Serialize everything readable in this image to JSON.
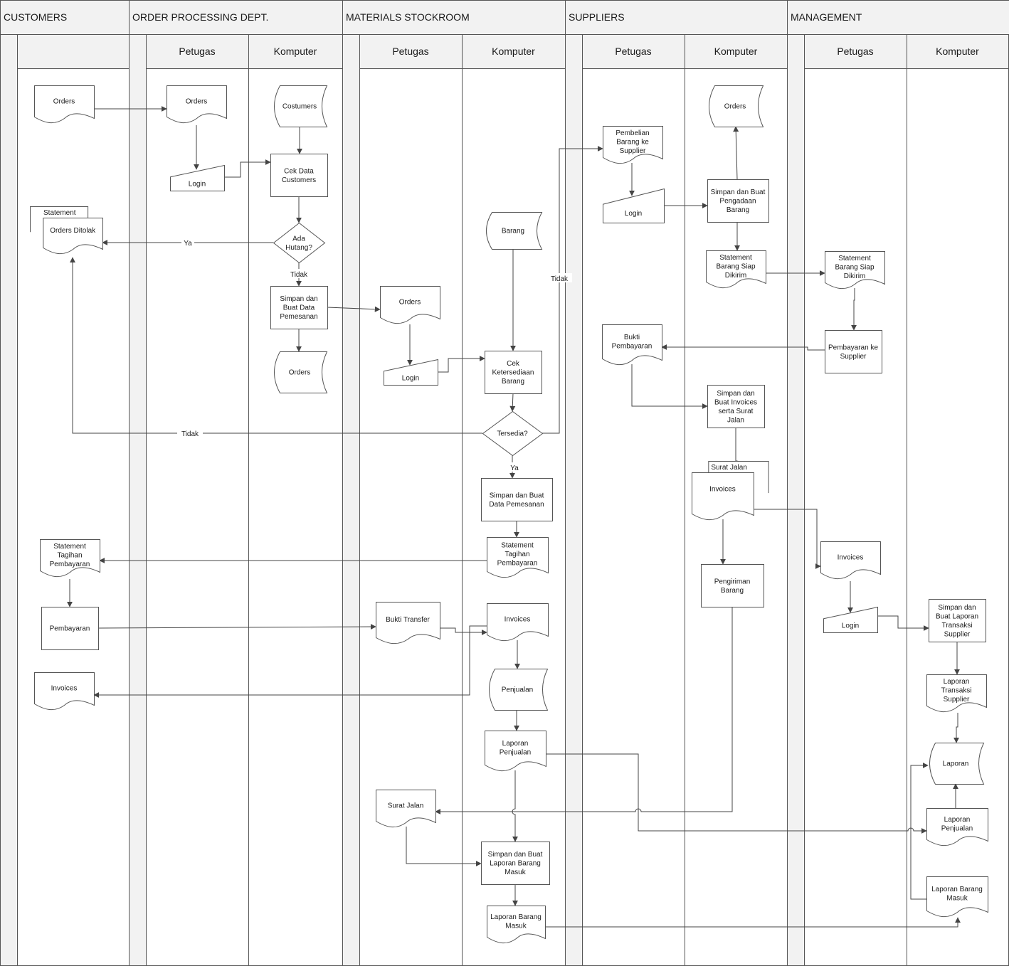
{
  "lanes": [
    {
      "id": "customers",
      "title": "CUSTOMERS",
      "columns": [
        ""
      ]
    },
    {
      "id": "order",
      "title": "ORDER PROCESSING DEPT.",
      "columns": [
        "Petugas",
        "Komputer"
      ]
    },
    {
      "id": "stock",
      "title": "MATERIALS STOCKROOM",
      "columns": [
        "Petugas",
        "Komputer"
      ]
    },
    {
      "id": "suppliers",
      "title": "SUPPLIERS",
      "columns": [
        "Petugas",
        "Komputer"
      ]
    },
    {
      "id": "management",
      "title": "MANAGEMENT",
      "columns": [
        "Petugas",
        "Komputer"
      ]
    }
  ],
  "nodes": [
    {
      "id": "c_orders",
      "type": "document",
      "label": "Orders"
    },
    {
      "id": "c_statement",
      "type": "multidoc",
      "label": "Orders Ditolak",
      "back_label": "Statement"
    },
    {
      "id": "c_tagihan",
      "type": "document",
      "label": "Statement Tagihan Pembayaran"
    },
    {
      "id": "c_bayar",
      "type": "process",
      "label": "Pembayaran"
    },
    {
      "id": "c_invoices",
      "type": "document",
      "label": "Invoices"
    },
    {
      "id": "op_orders",
      "type": "document",
      "label": "Orders"
    },
    {
      "id": "op_login",
      "type": "manual",
      "label": "Login"
    },
    {
      "id": "ok_costumers",
      "type": "storage",
      "label": "Costumers"
    },
    {
      "id": "ok_cek",
      "type": "process",
      "label": "Cek Data Customers"
    },
    {
      "id": "ok_hutang",
      "type": "decision",
      "label": "Ada Hutang?"
    },
    {
      "id": "ok_simpan",
      "type": "process",
      "label": "Simpan dan Buat Data Pemesanan"
    },
    {
      "id": "ok_orders",
      "type": "storage",
      "label": "Orders"
    },
    {
      "id": "sp_orders",
      "type": "document",
      "label": "Orders"
    },
    {
      "id": "sp_login",
      "type": "manual",
      "label": "Login"
    },
    {
      "id": "sp_bukti",
      "type": "document",
      "label": "Bukti Transfer"
    },
    {
      "id": "sp_surat",
      "type": "document",
      "label": "Surat Jalan"
    },
    {
      "id": "sk_barang",
      "type": "storage",
      "label": "Barang"
    },
    {
      "id": "sk_cek",
      "type": "process",
      "label": "Cek Ketersediaan Barang"
    },
    {
      "id": "sk_tersedia",
      "type": "decision",
      "label": "Tersedia?"
    },
    {
      "id": "sk_simpan",
      "type": "process",
      "label": "Simpan dan Buat Data Pemesanan"
    },
    {
      "id": "sk_tagihan",
      "type": "document",
      "label": "Statement Tagihan Pembayaran"
    },
    {
      "id": "sk_invoices",
      "type": "document",
      "label": "Invoices"
    },
    {
      "id": "sk_penjualan",
      "type": "storage",
      "label": "Penjualan"
    },
    {
      "id": "sk_laporan",
      "type": "document",
      "label": "Laporan Penjualan"
    },
    {
      "id": "sk_simpan2",
      "type": "process",
      "label": "Simpan dan Buat Laporan Barang Masuk"
    },
    {
      "id": "sk_lapmasuk",
      "type": "document",
      "label": "Laporan Barang Masuk"
    },
    {
      "id": "su_beli",
      "type": "document",
      "label": "Pembelian Barang ke Supplier"
    },
    {
      "id": "su_login",
      "type": "manual",
      "label": "Login"
    },
    {
      "id": "su_bukti",
      "type": "document",
      "label": "Bukti Pembayaran"
    },
    {
      "id": "sv_orders",
      "type": "storage",
      "label": "Orders"
    },
    {
      "id": "sv_simpan",
      "type": "process",
      "label": "Simpan dan Buat Pengadaan Barang"
    },
    {
      "id": "sv_statement",
      "type": "document",
      "label": "Statement Barang Siap Dikirim"
    },
    {
      "id": "sv_simpan2",
      "type": "process",
      "label": "Simpan dan Buat Invoices serta Surat Jalan"
    },
    {
      "id": "sv_inv",
      "type": "multidoc",
      "label": "Invoices",
      "back_label": "Surat Jalan"
    },
    {
      "id": "sv_kirim",
      "type": "process",
      "label": "Pengiriman Barang"
    },
    {
      "id": "mp_statement",
      "type": "document",
      "label": "Statement Barang Siap Dikirim"
    },
    {
      "id": "mp_bayar",
      "type": "process",
      "label": "Pembayaran ke Supplier"
    },
    {
      "id": "mp_invoices",
      "type": "document",
      "label": "Invoices"
    },
    {
      "id": "mp_login",
      "type": "manual",
      "label": "Login"
    },
    {
      "id": "mk_simpan",
      "type": "process",
      "label": "Simpan dan Buat Laporan Transaksi Supplier"
    },
    {
      "id": "mk_lapsup",
      "type": "document",
      "label": "Laporan Transaksi Supplier"
    },
    {
      "id": "mk_laporan",
      "type": "storage",
      "label": "Laporan"
    },
    {
      "id": "mk_lappenj",
      "type": "document",
      "label": "Laporan Penjualan"
    },
    {
      "id": "mk_lapmasuk",
      "type": "document",
      "label": "Laporan Barang Masuk"
    }
  ],
  "edges": [
    {
      "id": "e1",
      "from": "c_orders",
      "to": "op_orders",
      "label": ""
    },
    {
      "id": "e2",
      "from": "op_orders",
      "to": "op_login",
      "label": ""
    },
    {
      "id": "e3",
      "from": "op_login",
      "to": "ok_cek",
      "label": ""
    },
    {
      "id": "e4",
      "from": "ok_costumers",
      "to": "ok_cek",
      "label": ""
    },
    {
      "id": "e5",
      "from": "ok_cek",
      "to": "ok_hutang",
      "label": ""
    },
    {
      "id": "e6",
      "from": "ok_hutang",
      "to": "c_statement",
      "label": "Ya"
    },
    {
      "id": "e7",
      "from": "ok_hutang",
      "to": "ok_simpan",
      "label": "Tidak"
    },
    {
      "id": "e8",
      "from": "ok_simpan",
      "to": "ok_orders",
      "label": ""
    },
    {
      "id": "e9",
      "from": "ok_simpan",
      "to": "sp_orders",
      "label": ""
    },
    {
      "id": "e10",
      "from": "sp_orders",
      "to": "sp_login",
      "label": ""
    },
    {
      "id": "e11",
      "from": "sp_login",
      "to": "sk_cek",
      "label": ""
    },
    {
      "id": "e12",
      "from": "sk_barang",
      "to": "sk_cek",
      "label": ""
    },
    {
      "id": "e13",
      "from": "sk_cek",
      "to": "sk_tersedia",
      "label": ""
    },
    {
      "id": "e14",
      "from": "sk_tersedia",
      "to": "c_statement",
      "label": "Tidak"
    },
    {
      "id": "e15",
      "from": "sk_tersedia",
      "to": "su_beli",
      "label": "Tidak"
    },
    {
      "id": "e16",
      "from": "sk_tersedia",
      "to": "sk_simpan",
      "label": "Ya"
    },
    {
      "id": "e17",
      "from": "sk_simpan",
      "to": "sk_tagihan",
      "label": ""
    },
    {
      "id": "e18",
      "from": "sk_tagihan",
      "to": "c_tagihan",
      "label": ""
    },
    {
      "id": "e19",
      "from": "c_tagihan",
      "to": "c_bayar",
      "label": ""
    },
    {
      "id": "e20",
      "from": "c_bayar",
      "to": "sp_bukti",
      "label": ""
    },
    {
      "id": "e21",
      "from": "sp_bukti",
      "to": "sk_invoices",
      "label": ""
    },
    {
      "id": "e22",
      "from": "sk_invoices",
      "to": "c_invoices",
      "label": ""
    },
    {
      "id": "e23",
      "from": "sk_invoices",
      "to": "sk_penjualan",
      "label": ""
    },
    {
      "id": "e24",
      "from": "sk_penjualan",
      "to": "sk_laporan",
      "label": ""
    },
    {
      "id": "e25",
      "from": "sk_laporan",
      "to": "sk_simpan2",
      "label": ""
    },
    {
      "id": "e26",
      "from": "sk_simpan2",
      "to": "sk_lapmasuk",
      "label": ""
    },
    {
      "id": "e27",
      "from": "sp_surat",
      "to": "sk_simpan2",
      "label": ""
    },
    {
      "id": "e28",
      "from": "sk_laporan",
      "to": "mk_lappenj",
      "label": ""
    },
    {
      "id": "e29",
      "from": "sk_lapmasuk",
      "to": "mk_lapmasuk",
      "label": ""
    },
    {
      "id": "e30",
      "from": "su_beli",
      "to": "su_login",
      "label": ""
    },
    {
      "id": "e31",
      "from": "su_login",
      "to": "sv_simpan",
      "label": ""
    },
    {
      "id": "e32",
      "from": "sv_simpan",
      "to": "sv_orders",
      "label": ""
    },
    {
      "id": "e33",
      "from": "sv_simpan",
      "to": "sv_statement",
      "label": ""
    },
    {
      "id": "e34",
      "from": "sv_statement",
      "to": "mp_statement",
      "label": ""
    },
    {
      "id": "e35",
      "from": "mp_statement",
      "to": "mp_bayar",
      "label": ""
    },
    {
      "id": "e36",
      "from": "mp_bayar",
      "to": "su_bukti",
      "label": ""
    },
    {
      "id": "e37",
      "from": "su_bukti",
      "to": "sv_simpan2",
      "label": ""
    },
    {
      "id": "e38",
      "from": "sv_simpan2",
      "to": "sv_inv",
      "label": ""
    },
    {
      "id": "e39",
      "from": "sv_inv",
      "to": "sv_kirim",
      "label": ""
    },
    {
      "id": "e40",
      "from": "sv_inv",
      "to": "mp_invoices",
      "label": ""
    },
    {
      "id": "e41",
      "from": "sv_kirim",
      "to": "sp_surat",
      "label": ""
    },
    {
      "id": "e42",
      "from": "mp_invoices",
      "to": "mp_login",
      "label": ""
    },
    {
      "id": "e43",
      "from": "mp_login",
      "to": "mk_simpan",
      "label": ""
    },
    {
      "id": "e44",
      "from": "mk_simpan",
      "to": "mk_lapsup",
      "label": ""
    },
    {
      "id": "e45",
      "from": "mk_lapsup",
      "to": "mk_laporan",
      "label": ""
    },
    {
      "id": "e46",
      "from": "mk_lappenj",
      "to": "mk_laporan",
      "label": ""
    },
    {
      "id": "e47",
      "from": "mk_lapmasuk",
      "to": "mk_laporan",
      "label": ""
    }
  ]
}
